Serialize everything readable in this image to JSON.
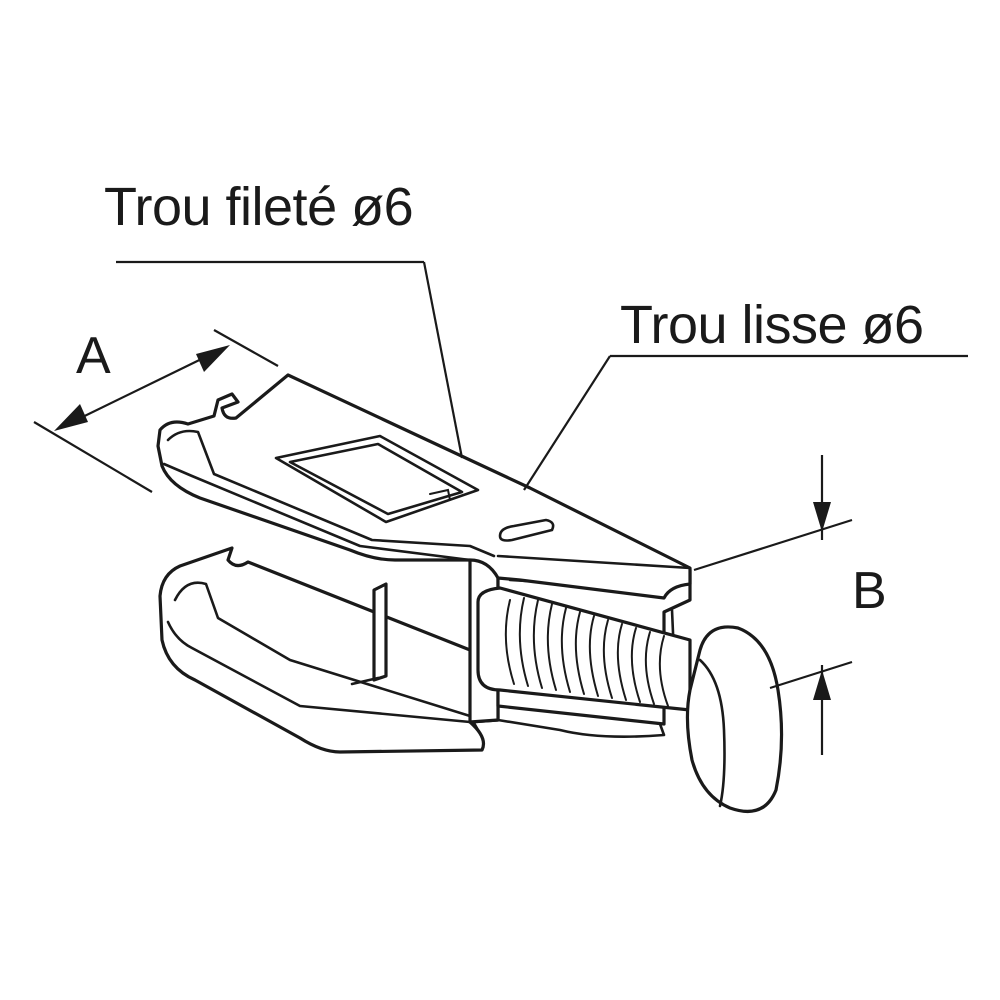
{
  "labels": {
    "threaded_hole": "Trou fileté ø6",
    "smooth_hole": "Trou lisse ø6",
    "dimension_a": "A",
    "dimension_b": "B"
  },
  "drawing": {
    "part": "clamp-bracket",
    "fastener": "thumb-screw",
    "line_color": "#1a1a1a",
    "background": "#ffffff"
  }
}
